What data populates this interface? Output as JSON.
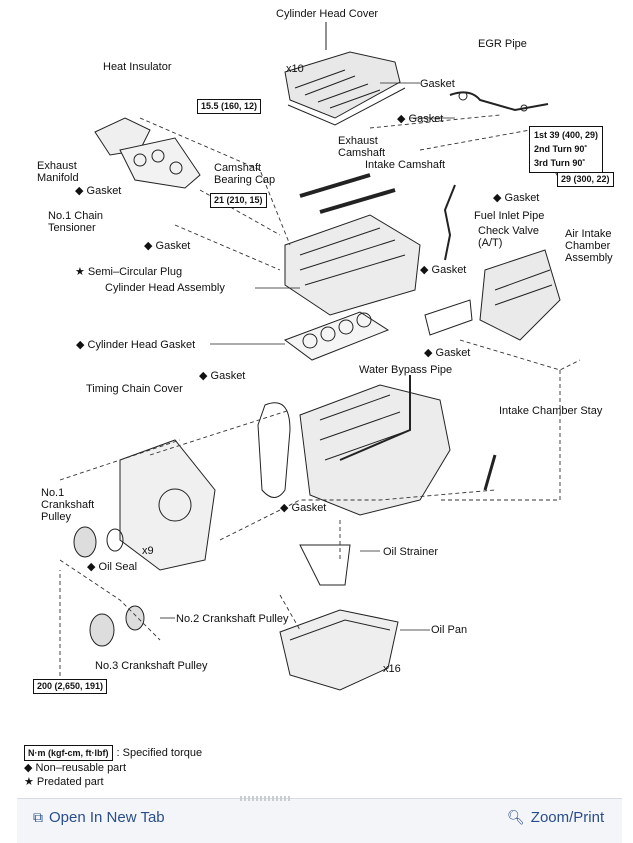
{
  "labels": {
    "cylinder_head_cover": "Cylinder Head Cover",
    "x10": "x10",
    "egr_pipe": "EGR Pipe",
    "heat_insulator": "Heat Insulator",
    "gasket_cover": "Gasket",
    "gasket_egr": "◆ Gasket",
    "exhaust_camshaft": "Exhaust\nCamshaft",
    "intake_camshaft": "Intake Camshaft",
    "camshaft_bearing_cap": "Camshaft\nBearing Cap",
    "exhaust_manifold": "Exhaust\nManifold",
    "gasket_manifold": "◆ Gasket",
    "no1_chain_tensioner": "No.1 Chain\nTensioner",
    "gasket_tensioner": "◆ Gasket",
    "semi_circular_plug": "★ Semi–Circular Plug",
    "cylinder_head_assembly": "Cylinder Head Assembly",
    "gasket_fuel": "◆ Gasket",
    "fuel_inlet_pipe": "Fuel Inlet Pipe",
    "check_valve": "Check Valve\n(A/T)",
    "air_intake_chamber": "Air Intake\nChamber\nAssembly",
    "gasket_check": "◆ Gasket",
    "cylinder_head_gasket": "◆ Cylinder Head Gasket",
    "gasket_intake": "◆ Gasket",
    "gasket_cover2": "◆ Gasket",
    "water_bypass_pipe": "Water Bypass Pipe",
    "timing_chain_cover": "Timing Chain Cover",
    "intake_chamber_stay": "Intake Chamber Stay",
    "no1_crankshaft_pulley": "No.1\nCrankshaft\nPulley",
    "gasket_strainer": "◆ Gasket",
    "x9": "x9",
    "oil_strainer": "Oil Strainer",
    "oil_seal": "◆ Oil Seal",
    "no2_crankshaft_pulley": "No.2 Crankshaft Pulley",
    "oil_pan": "Oil Pan",
    "no3_crankshaft_pulley": "No.3 Crankshaft Pulley",
    "x16": "x16"
  },
  "torques": {
    "t1": "15.5 (160, 12)",
    "t2": "21 (210, 15)",
    "t3a": "1st 39 (400, 29)",
    "t3b": "2nd Turn 90˚",
    "t3c": "3rd Turn 90˚",
    "t4": "29 (300, 22)",
    "t5": "200 (2,650, 191)"
  },
  "legend": {
    "key": "N·m (kgf-cm, ft·lbf)",
    "key_desc": ": Specified torque",
    "nonreusable": "◆ Non–reusable part",
    "precoated": "★ Predated part"
  },
  "toolbar": {
    "open_tab": "Open In New Tab",
    "zoom_print": "Zoom/Print",
    "open_icon": "open-tab-icon",
    "zoom_icon": "zoom-icon"
  }
}
